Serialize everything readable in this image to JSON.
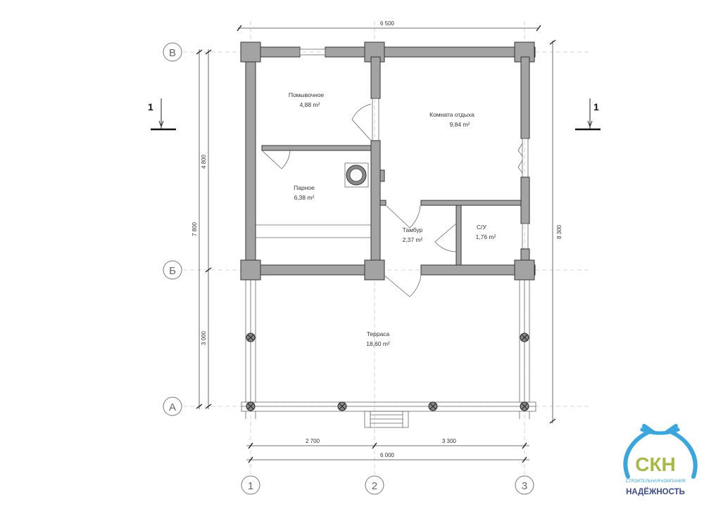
{
  "dimensions": {
    "top_total": "6 500",
    "left_total": "7 800",
    "left_upper": "4 800",
    "left_lower": "3 000",
    "right_total": "8 300",
    "bottom_left": "2 700",
    "bottom_right": "3 300",
    "bottom_total": "6 000"
  },
  "axes": {
    "rows": [
      "В",
      "Б",
      "А"
    ],
    "cols": [
      "1",
      "2",
      "3"
    ]
  },
  "section_marks": [
    "1",
    "1"
  ],
  "rooms": [
    {
      "name": "Помывочное",
      "area": "4,88 m²"
    },
    {
      "name": "Комната отдыха",
      "area": "9,84 m²"
    },
    {
      "name": "Парное",
      "area": "6,38 m²"
    },
    {
      "name": "Тамбур",
      "area": "2,37 m²"
    },
    {
      "name": "С/У",
      "area": "1,76 m²"
    },
    {
      "name": "Терраса",
      "area": "18,60 m²"
    }
  ],
  "logo": {
    "initials": "СКН",
    "line1": "СТРОИТЕЛЬНАЯ КОМПАНИЯ",
    "line2": "НАДЁЖНОСТЬ"
  }
}
